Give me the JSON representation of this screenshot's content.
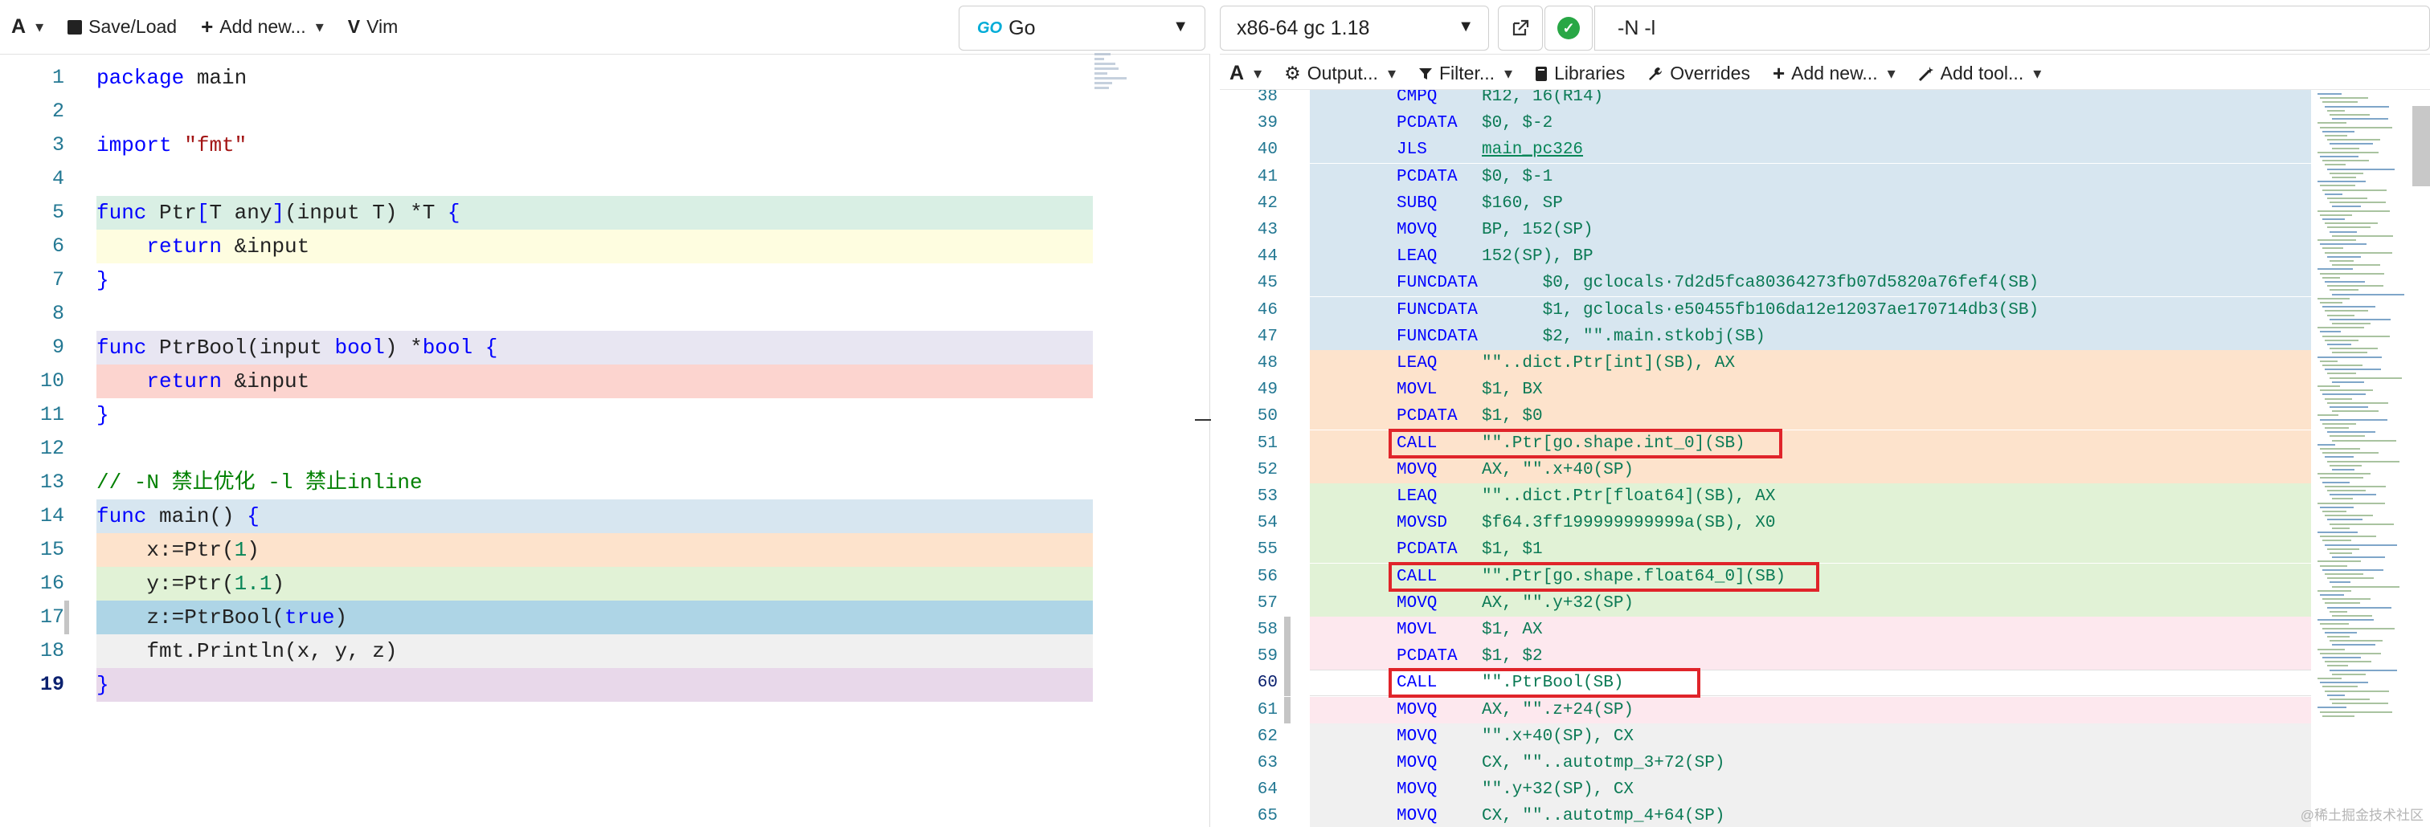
{
  "left_toolbar": {
    "font_menu": "A",
    "save_load": "Save/Load",
    "add_new": "Add new...",
    "vim": "Vim",
    "language": "Go",
    "language_logo": "GO"
  },
  "editor": {
    "lines": [
      {
        "n": "1",
        "tokens": [
          [
            "kw",
            "package"
          ],
          [
            "",
            " main"
          ]
        ],
        "bg": ""
      },
      {
        "n": "2",
        "tokens": [],
        "bg": ""
      },
      {
        "n": "3",
        "tokens": [
          [
            "kw",
            "import"
          ],
          [
            "",
            " "
          ],
          [
            "str",
            "\"fmt\""
          ]
        ],
        "bg": ""
      },
      {
        "n": "4",
        "tokens": [],
        "bg": ""
      },
      {
        "n": "5",
        "tokens": [
          [
            "kw",
            "func"
          ],
          [
            "",
            " Ptr"
          ],
          [
            "kw",
            "["
          ],
          [
            "",
            "T any"
          ],
          [
            "kw",
            "]"
          ],
          [
            "",
            "(input T) *T "
          ],
          [
            "kw",
            "{"
          ]
        ],
        "bg": "#d9efe4"
      },
      {
        "n": "6",
        "tokens": [
          [
            "",
            "    "
          ],
          [
            "kw",
            "return"
          ],
          [
            "",
            " &input"
          ]
        ],
        "bg": "#fefde0"
      },
      {
        "n": "7",
        "tokens": [
          [
            "kw",
            "}"
          ]
        ],
        "bg": ""
      },
      {
        "n": "8",
        "tokens": [],
        "bg": ""
      },
      {
        "n": "9",
        "tokens": [
          [
            "kw",
            "func"
          ],
          [
            "",
            " PtrBool(input "
          ],
          [
            "kw",
            "bool"
          ],
          [
            "",
            ") *"
          ],
          [
            "kw",
            "bool"
          ],
          [
            "",
            " "
          ],
          [
            "kw",
            "{"
          ]
        ],
        "bg": "#e8e6f2"
      },
      {
        "n": "10",
        "tokens": [
          [
            "",
            "    "
          ],
          [
            "kw",
            "return"
          ],
          [
            "",
            " &input"
          ]
        ],
        "bg": "#fcd4cf"
      },
      {
        "n": "11",
        "tokens": [
          [
            "kw",
            "}"
          ]
        ],
        "bg": ""
      },
      {
        "n": "12",
        "tokens": [],
        "bg": ""
      },
      {
        "n": "13",
        "tokens": [
          [
            "cmt",
            "// -N 禁止优化 -l 禁止inline"
          ]
        ],
        "bg": ""
      },
      {
        "n": "14",
        "tokens": [
          [
            "kw",
            "func"
          ],
          [
            "",
            " main() "
          ],
          [
            "kw",
            "{"
          ]
        ],
        "bg": "#d7e6f0"
      },
      {
        "n": "15",
        "tokens": [
          [
            "",
            "    x:=Ptr("
          ],
          [
            "num",
            "1"
          ],
          [
            "",
            ")"
          ]
        ],
        "bg": "#fde3cc"
      },
      {
        "n": "16",
        "tokens": [
          [
            "",
            "    y:=Ptr("
          ],
          [
            "num",
            "1.1"
          ],
          [
            "",
            ")"
          ]
        ],
        "bg": "#e1f2d6"
      },
      {
        "n": "17",
        "tokens": [
          [
            "",
            "    z:=PtrBool("
          ],
          [
            "kw",
            "true"
          ],
          [
            "",
            ")"
          ]
        ],
        "bg": "#aed5e6"
      },
      {
        "n": "18",
        "tokens": [
          [
            "",
            "    fmt.Println(x, y, z)"
          ]
        ],
        "bg": "#f0f0f0"
      },
      {
        "n": "19",
        "tokens": [
          [
            "kw",
            "}"
          ]
        ],
        "bg": "#e8d8ea",
        "current": true
      }
    ]
  },
  "right_top": {
    "compiler": "x86-64 gc 1.18",
    "flags": "-N -l"
  },
  "right_toolbar": {
    "font_menu": "A",
    "output": "Output...",
    "filter": "Filter...",
    "libraries": "Libraries",
    "overrides": "Overrides",
    "add_new": "Add new...",
    "add_tool": "Add tool..."
  },
  "asm": {
    "lines": [
      {
        "n": "38",
        "op": "CMPQ",
        "args": "R12, 16(R14)",
        "bg": "#d7e6f0"
      },
      {
        "n": "39",
        "op": "PCDATA",
        "args": "$0, $-2",
        "bg": "#d7e6f0"
      },
      {
        "n": "40",
        "op": "JLS",
        "args": "main_pc326",
        "bg": "#d7e6f0",
        "label": true
      },
      {
        "n": "41",
        "op": "PCDATA",
        "args": "$0, $-1",
        "bg": "#d7e6f0"
      },
      {
        "n": "42",
        "op": "SUBQ",
        "args": "$160, SP",
        "bg": "#d7e6f0"
      },
      {
        "n": "43",
        "op": "MOVQ",
        "args": "BP, 152(SP)",
        "bg": "#d7e6f0"
      },
      {
        "n": "44",
        "op": "LEAQ",
        "args": "152(SP), BP",
        "bg": "#d7e6f0"
      },
      {
        "n": "45",
        "op": "FUNCDATA",
        "args": "      $0, gclocals·7d2d5fca80364273fb07d5820a76fef4(SB)",
        "bg": "#d7e6f0"
      },
      {
        "n": "46",
        "op": "FUNCDATA",
        "args": "      $1, gclocals·e50455fb106da12e12037ae170714db3(SB)",
        "bg": "#d7e6f0"
      },
      {
        "n": "47",
        "op": "FUNCDATA",
        "args": "      $2, \"\".main.stkobj(SB)",
        "bg": "#d7e6f0"
      },
      {
        "n": "48",
        "op": "LEAQ",
        "args": "\"\"..dict.Ptr[int](SB), AX",
        "bg": "#fde3cc"
      },
      {
        "n": "49",
        "op": "MOVL",
        "args": "$1, BX",
        "bg": "#fde3cc"
      },
      {
        "n": "50",
        "op": "PCDATA",
        "args": "$1, $0",
        "bg": "#fde3cc"
      },
      {
        "n": "51",
        "op": "CALL",
        "args": "\"\".Ptr[go.shape.int_0](SB)",
        "bg": "#fde3cc"
      },
      {
        "n": "52",
        "op": "MOVQ",
        "args": "AX, \"\".x+40(SP)",
        "bg": "#fde3cc"
      },
      {
        "n": "53",
        "op": "LEAQ",
        "args": "\"\"..dict.Ptr[float64](SB), AX",
        "bg": "#e1f2d6"
      },
      {
        "n": "54",
        "op": "MOVSD",
        "args": "$f64.3ff199999999999a(SB), X0",
        "bg": "#e1f2d6"
      },
      {
        "n": "55",
        "op": "PCDATA",
        "args": "$1, $1",
        "bg": "#e1f2d6"
      },
      {
        "n": "56",
        "op": "CALL",
        "args": "\"\".Ptr[go.shape.float64_0](SB)",
        "bg": "#e1f2d6"
      },
      {
        "n": "57",
        "op": "MOVQ",
        "args": "AX, \"\".y+32(SP)",
        "bg": "#e1f2d6"
      },
      {
        "n": "58",
        "op": "MOVL",
        "args": "$1, AX",
        "bg": "#fde8ee"
      },
      {
        "n": "59",
        "op": "PCDATA",
        "args": "$1, $2",
        "bg": "#fde8ee"
      },
      {
        "n": "60",
        "op": "CALL",
        "args": "\"\".PtrBool(SB)",
        "bg": "#ffffff",
        "current": true
      },
      {
        "n": "61",
        "op": "MOVQ",
        "args": "AX, \"\".z+24(SP)",
        "bg": "#fde8ee"
      },
      {
        "n": "62",
        "op": "MOVQ",
        "args": "\"\".x+40(SP), CX",
        "bg": "#f0f0f0"
      },
      {
        "n": "63",
        "op": "MOVQ",
        "args": "CX, \"\"..autotmp_3+72(SP)",
        "bg": "#f0f0f0"
      },
      {
        "n": "64",
        "op": "MOVQ",
        "args": "\"\".y+32(SP), CX",
        "bg": "#f0f0f0"
      },
      {
        "n": "65",
        "op": "MOVQ",
        "args": "CX, \"\"..autotmp_4+64(SP)",
        "bg": "#f0f0f0"
      }
    ]
  },
  "watermark": "@稀土掘金技术社区",
  "icons": {
    "save": "floppy-icon",
    "add": "plus-icon",
    "vim": "vim-icon",
    "popout": "external-link-icon",
    "status": "check-circle-icon",
    "output": "gear-icon",
    "filter": "funnel-icon",
    "libraries": "book-icon",
    "overrides": "wrench-icon",
    "add_tool": "wand-icon"
  },
  "colors": {
    "highlight_box": "#e0242a",
    "status_ok": "#28a745"
  }
}
